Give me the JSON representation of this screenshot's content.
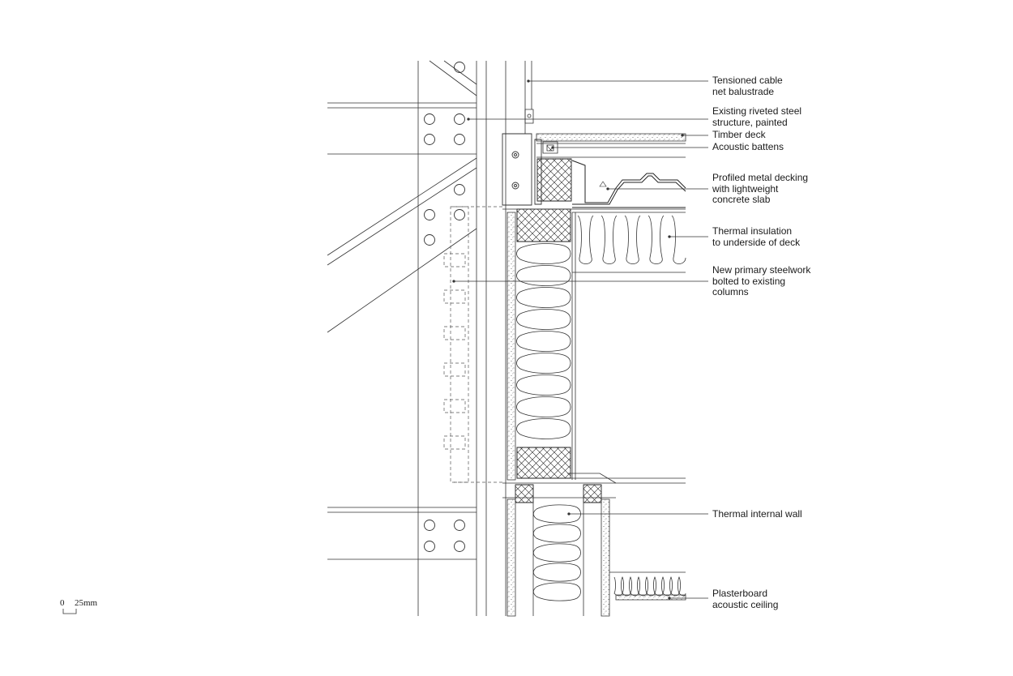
{
  "labels": {
    "balustrade": [
      "Tensioned cable",
      "net balustrade"
    ],
    "steel_structure": [
      "Existing riveted steel",
      "structure, painted"
    ],
    "timber_deck": [
      "Timber deck"
    ],
    "acoustic_battens": [
      "Acoustic battens"
    ],
    "metal_decking": [
      "Profiled metal decking",
      "with lightweight",
      "concrete slab"
    ],
    "thermal_insulation": [
      "Thermal insulation",
      "to underside of deck"
    ],
    "primary_steelwork": [
      "New primary steelwork",
      "bolted to existing",
      "columns"
    ],
    "internal_wall": [
      "Thermal internal wall"
    ],
    "ceiling": [
      "Plasterboard",
      "acoustic ceiling"
    ]
  },
  "scale_bar": {
    "zero": "0",
    "length": "25mm"
  }
}
